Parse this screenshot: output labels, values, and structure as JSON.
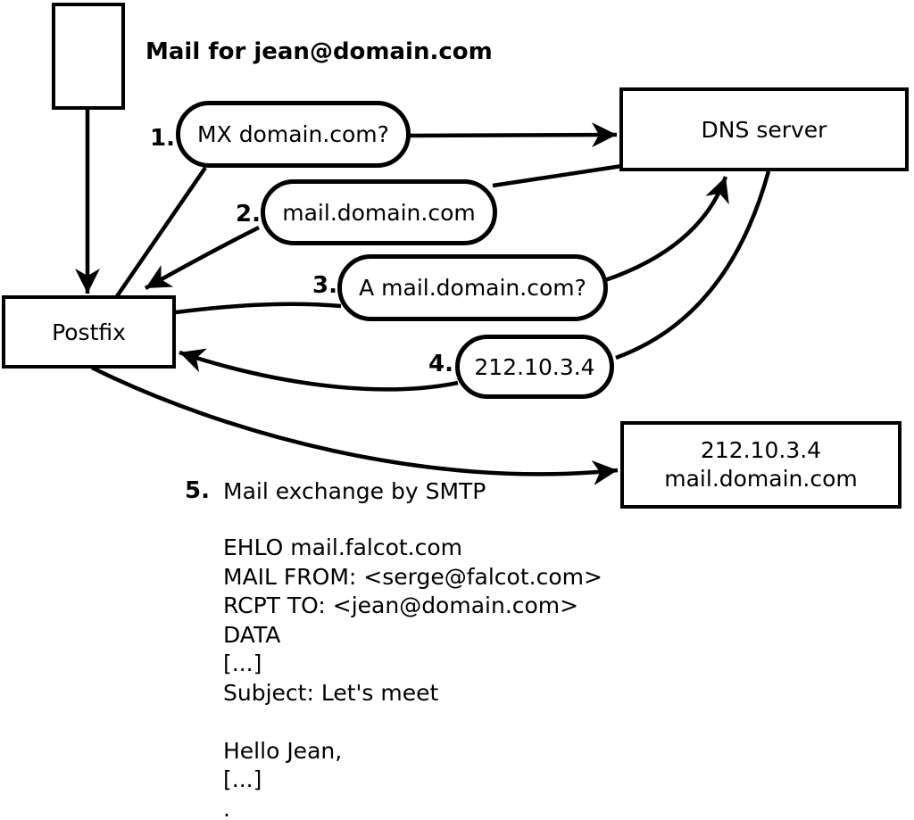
{
  "note_top": "Mail for jean@domain.com",
  "boxes": {
    "postfix": {
      "label": "Postfix"
    },
    "dns": {
      "label": "DNS server"
    },
    "destination": {
      "line1": "212.10.3.4",
      "line2": "mail.domain.com"
    }
  },
  "steps": [
    {
      "num": "1.",
      "label": "MX domain.com?"
    },
    {
      "num": "2.",
      "label": "mail.domain.com"
    },
    {
      "num": "3.",
      "label": "A mail.domain.com?"
    },
    {
      "num": "4.",
      "label": "212.10.3.4"
    },
    {
      "num": "5.",
      "label": "Mail exchange by SMTP"
    }
  ],
  "smtp": {
    "lines": [
      "EHLO mail.falcot.com",
      "MAIL FROM: <serge@falcot.com>",
      "RCPT TO: <jean@domain.com>",
      "DATA",
      "[...]",
      "Subject: Let's meet",
      "",
      "Hello Jean,",
      "[...]",
      "."
    ]
  },
  "colors": {
    "ink": "#000000",
    "paper": "#ffffff"
  }
}
